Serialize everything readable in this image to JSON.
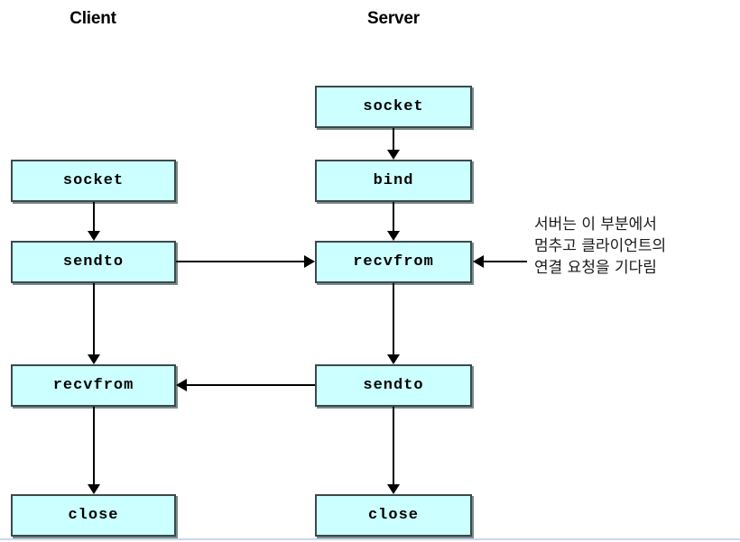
{
  "diagram": {
    "title_client": "Client",
    "title_server": "Server",
    "columns": [
      {
        "name": "client",
        "title": "Client",
        "steps": [
          {
            "label": "socket"
          },
          {
            "label": "sendto"
          },
          {
            "label": "recvfrom"
          },
          {
            "label": "close"
          }
        ]
      },
      {
        "name": "server",
        "title": "Server",
        "steps": [
          {
            "label": "socket"
          },
          {
            "label": "bind"
          },
          {
            "label": "recvfrom"
          },
          {
            "label": "sendto"
          },
          {
            "label": "close"
          }
        ]
      }
    ],
    "annotation": {
      "line1": "서버는 이 부분에서",
      "line2": "멈추고 클라이언트의",
      "line3": "연결 요청을 기다림"
    },
    "colors": {
      "box_fill": "#ccffff",
      "box_border": "#3a4a4a",
      "arrow": "#000000",
      "text": "#000000",
      "footer_rule": "#c8d8ea"
    }
  }
}
